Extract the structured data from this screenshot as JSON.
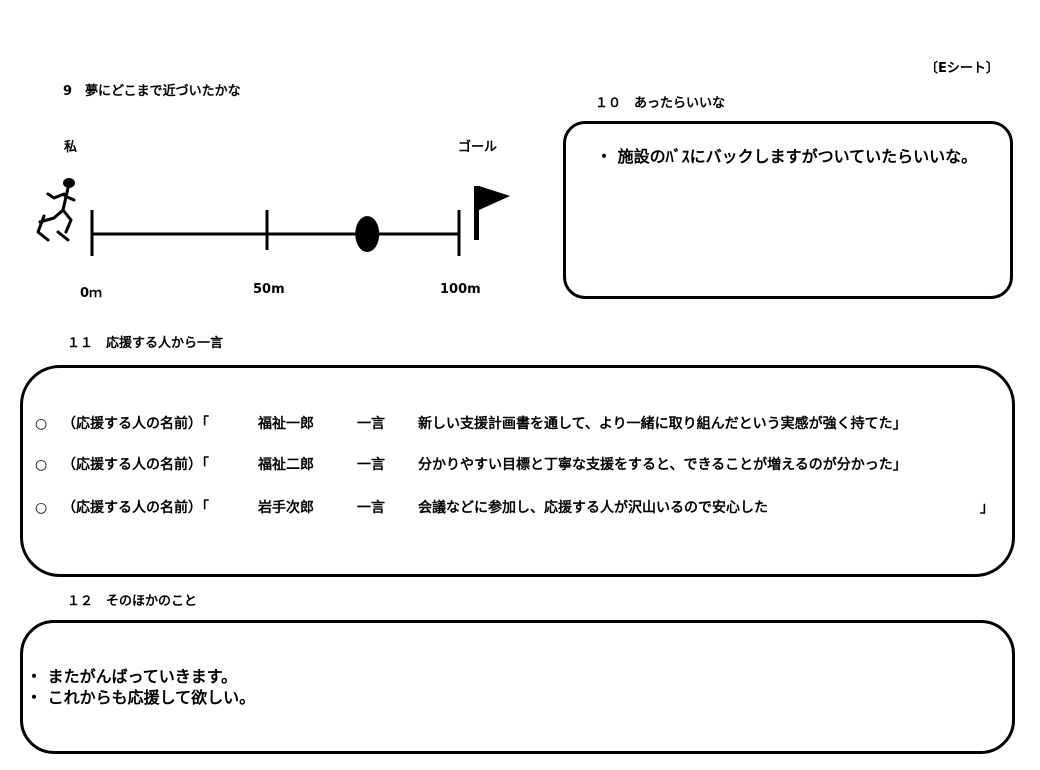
{
  "sheet_tag": "〔Eシート〕",
  "section9": {
    "heading": "9　夢にどこまで近づいたかな",
    "start_label": "私",
    "goal_label": "ゴール",
    "scale_labels": [
      "0ｍ",
      "50m",
      "100m"
    ],
    "progress": 0.75
  },
  "section10": {
    "heading": "１０　あったらいいな",
    "text": "・ 施設のﾊﾞｽにバックしますがついていたらいいな。"
  },
  "section11": {
    "heading": "１１　応援する人から一言",
    "rows": [
      {
        "mark": "○",
        "label": "（応援する人の名前）｢",
        "name": "福祉一郎",
        "hitokoto": "一言",
        "message": "新しい支援計画書を通して、より一緒に取り組んだという実感が強く持てた」",
        "close": ""
      },
      {
        "mark": "○",
        "label": "（応援する人の名前）｢",
        "name": "福祉二郎",
        "hitokoto": "一言",
        "message": "分かりやすい目標と丁寧な支援をすると、できることが増えるのが分かった」",
        "close": ""
      },
      {
        "mark": "○",
        "label": "（応援する人の名前）｢",
        "name": "岩手次郎",
        "hitokoto": "一言",
        "message": "会議などに参加し、応援する人が沢山いるので安心した",
        "close": "」"
      }
    ]
  },
  "section12": {
    "heading": "１２　そのほかのこと",
    "lines": [
      "・ またがんばっていきます。",
      "・ これからも応援して欲しい。"
    ]
  }
}
